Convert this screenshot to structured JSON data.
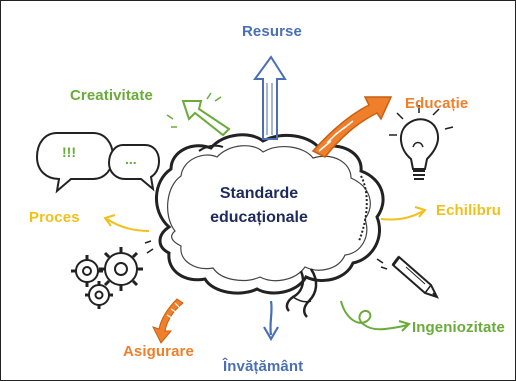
{
  "center_title": {
    "line1": "Standarde",
    "line2": "educaționale"
  },
  "labels": {
    "resurse": "Resurse",
    "educatie": "Educație",
    "creativitate": "Creativitate",
    "echilibru": "Echilibru",
    "proces": "Proces",
    "ingeniozitate": "Ingeniozitate",
    "asigurare": "Asigurare",
    "invatamant": "Învățământ"
  },
  "bubbles": {
    "big": "!!!",
    "small": "..."
  },
  "colors": {
    "blue": "#4a6fb5",
    "orange": "#ef7f2a",
    "green": "#6aab3a",
    "yellow": "#f2c01b",
    "navy": "#1f2a5c",
    "ink": "#222222"
  },
  "icons": [
    "lightbulb-icon",
    "pencil-icon",
    "gears-icon",
    "speech-bubbles-icon"
  ]
}
